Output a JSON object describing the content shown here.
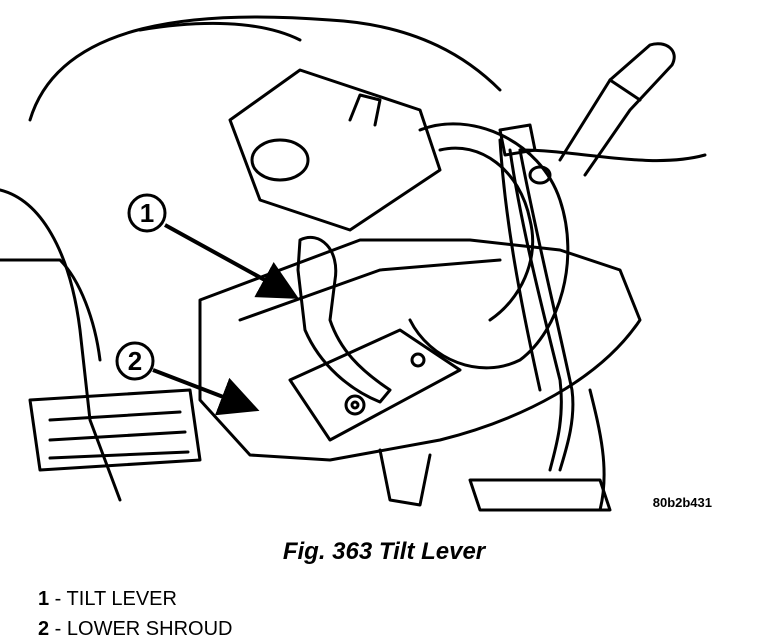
{
  "figure": {
    "code": "80b2b431",
    "callouts": [
      {
        "number": "1"
      },
      {
        "number": "2"
      }
    ]
  },
  "caption": "Fig. 363 Tilt Lever",
  "legend": [
    {
      "number": "1",
      "separator": " - ",
      "label": "TILT LEVER"
    },
    {
      "number": "2",
      "separator": " - ",
      "label": "LOWER SHROUD"
    }
  ]
}
